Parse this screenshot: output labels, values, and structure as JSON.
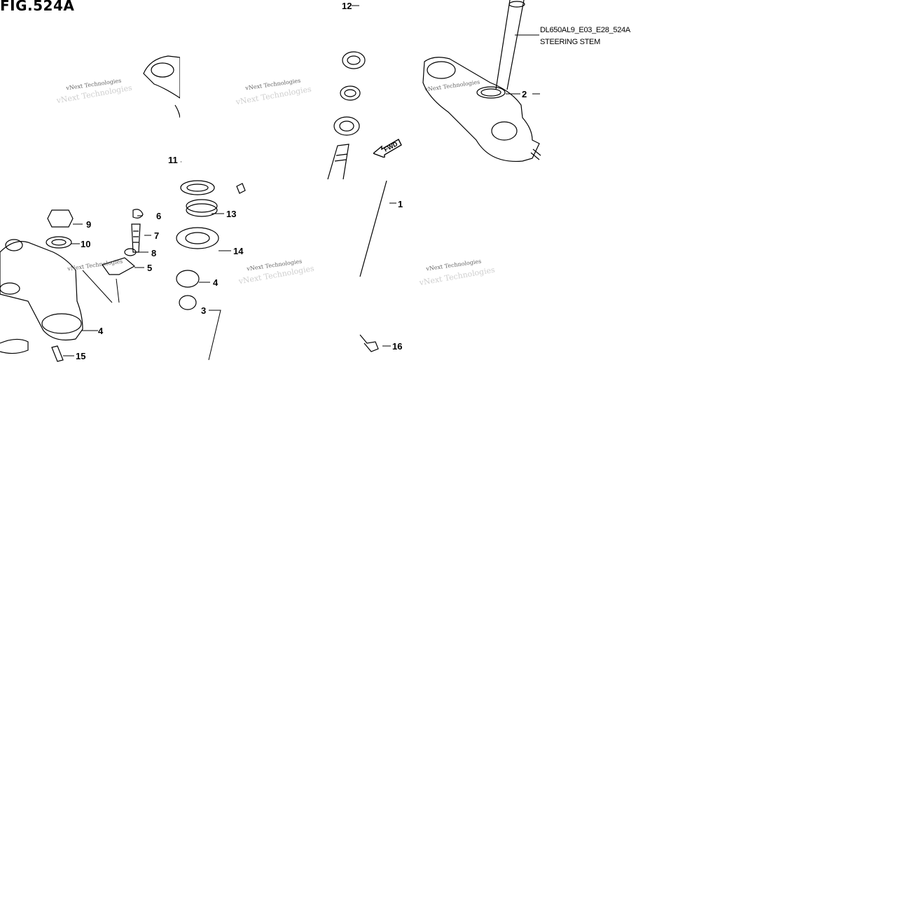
{
  "figure": {
    "title": "FIG.524A",
    "code": "DL650AL9_E03_E28_524A",
    "name": "STEERING STEM",
    "forward_marker": "FWD"
  },
  "watermark": "vNext Technologies",
  "callouts": {
    "c1": "1",
    "c2": "2",
    "c3": "3",
    "c4a": "4",
    "c4b": "4",
    "c5": "5",
    "c6": "6",
    "c7": "7",
    "c8": "8",
    "c9": "9",
    "c10": "10",
    "c11": "11",
    "c12": "12",
    "c13": "13",
    "c14": "14",
    "c15": "15",
    "c16": "16"
  }
}
